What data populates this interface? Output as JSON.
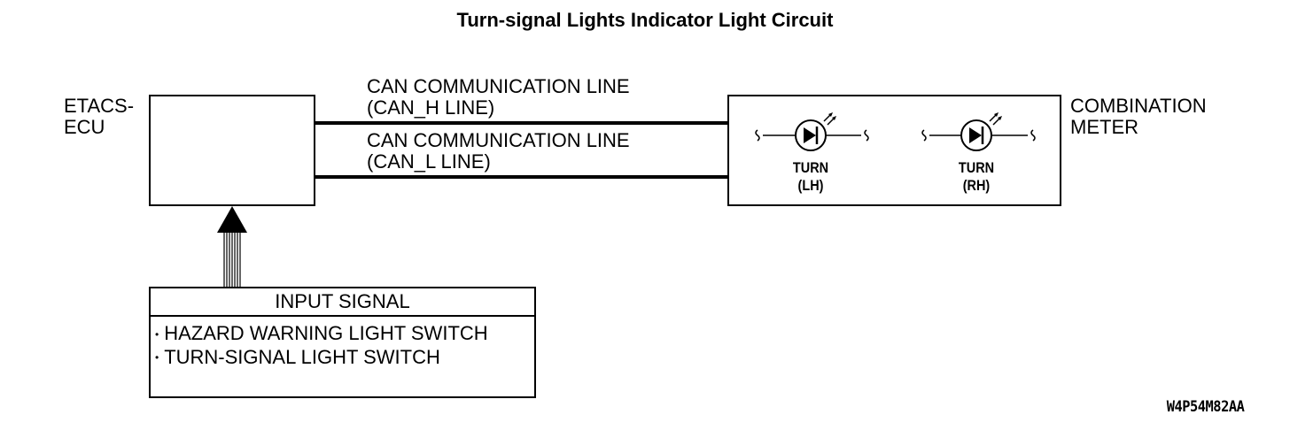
{
  "title": "Turn-signal Lights Indicator Light Circuit",
  "etacs": {
    "line1": "ETACS-",
    "line2": "ECU"
  },
  "can_h": {
    "line1": "CAN COMMUNICATION LINE",
    "line2": "(CAN_H LINE)"
  },
  "can_l": {
    "line1": "CAN COMMUNICATION LINE",
    "line2": "(CAN_L LINE)"
  },
  "meter": {
    "line1": "COMBINATION",
    "line2": "METER"
  },
  "lamp_lh": {
    "line1": "TURN",
    "line2": "(LH)"
  },
  "lamp_rh": {
    "line1": "TURN",
    "line2": "(RH)"
  },
  "input": {
    "header": "INPUT SIGNAL",
    "items": [
      "HAZARD WARNING LIGHT SWITCH",
      "TURN-SIGNAL LIGHT SWITCH"
    ]
  },
  "figure_code": "W4P54M82AA"
}
